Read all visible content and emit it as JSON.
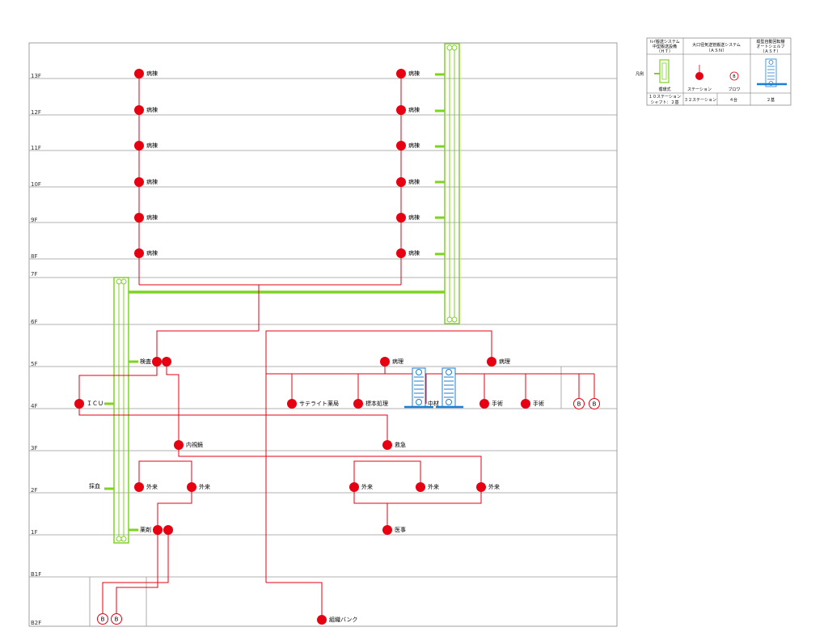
{
  "floors": [
    "13F",
    "12F",
    "11F",
    "10F",
    "9F",
    "8F",
    "7F",
    "6F",
    "5F",
    "4F",
    "3F",
    "2F",
    "1F",
    "B1F",
    "B2F"
  ],
  "stations": {
    "ward_l_13": "病棟",
    "ward_l_12": "病棟",
    "ward_l_11": "病棟",
    "ward_l_10": "病棟",
    "ward_l_9": "病棟",
    "ward_l_8": "病棟",
    "ward_r_13": "病棟",
    "ward_r_12": "病棟",
    "ward_r_11": "病棟",
    "ward_r_10": "病棟",
    "ward_r_9": "病棟",
    "ward_r_8": "病棟",
    "kensa": "検査",
    "pathology_l": "病理",
    "pathology_r": "病理",
    "icu": "ＩＣＵ",
    "satellite": "サテライト薬局",
    "specimen": "標本処理",
    "chuzai": "中材",
    "surgery_1": "手術",
    "surgery_2": "手術",
    "endoscope": "内視鏡",
    "emergency": "救急",
    "outpatient_1": "外来",
    "outpatient_2": "外来",
    "outpatient_3": "外来",
    "outpatient_4": "外来",
    "outpatient_5": "外来",
    "saiketsu": "採血",
    "pharmacy": "薬剤",
    "medical_affairs": "医事",
    "tissue_bank": "組織バンク"
  },
  "blower_symbol": "B",
  "legend": {
    "row_label": "凡例",
    "col1_header_1": "ﾄﾚｲ搬送システム",
    "col1_header_2": "中型搬送設備",
    "col1_header_3": "（ＨＴ）",
    "col2_header_1": "大口径気送管搬送システム",
    "col2_header_2": "（ＡＳＮ）",
    "col3_header_1": "縦型自動回転棚",
    "col3_header_2": "オートシェルフ",
    "col3_header_3": "（ＡＳＦ）",
    "col1_symbol": "循環式",
    "col2_symbol_a": "ステーション",
    "col2_symbol_b": "ブロワ",
    "col1_count_1": "１０ステーション",
    "col1_count_2": "シャフト：２基",
    "col2_count_a": "３２ステーション",
    "col2_count_b": "４台",
    "col3_count": "２基"
  },
  "colors": {
    "asn_line": "#e60012",
    "station_fill": "#e60012",
    "ht_shaft": "#7ed321",
    "asf_blue": "#1a7fd4",
    "floor_line": "#999999",
    "frame": "#888888"
  }
}
